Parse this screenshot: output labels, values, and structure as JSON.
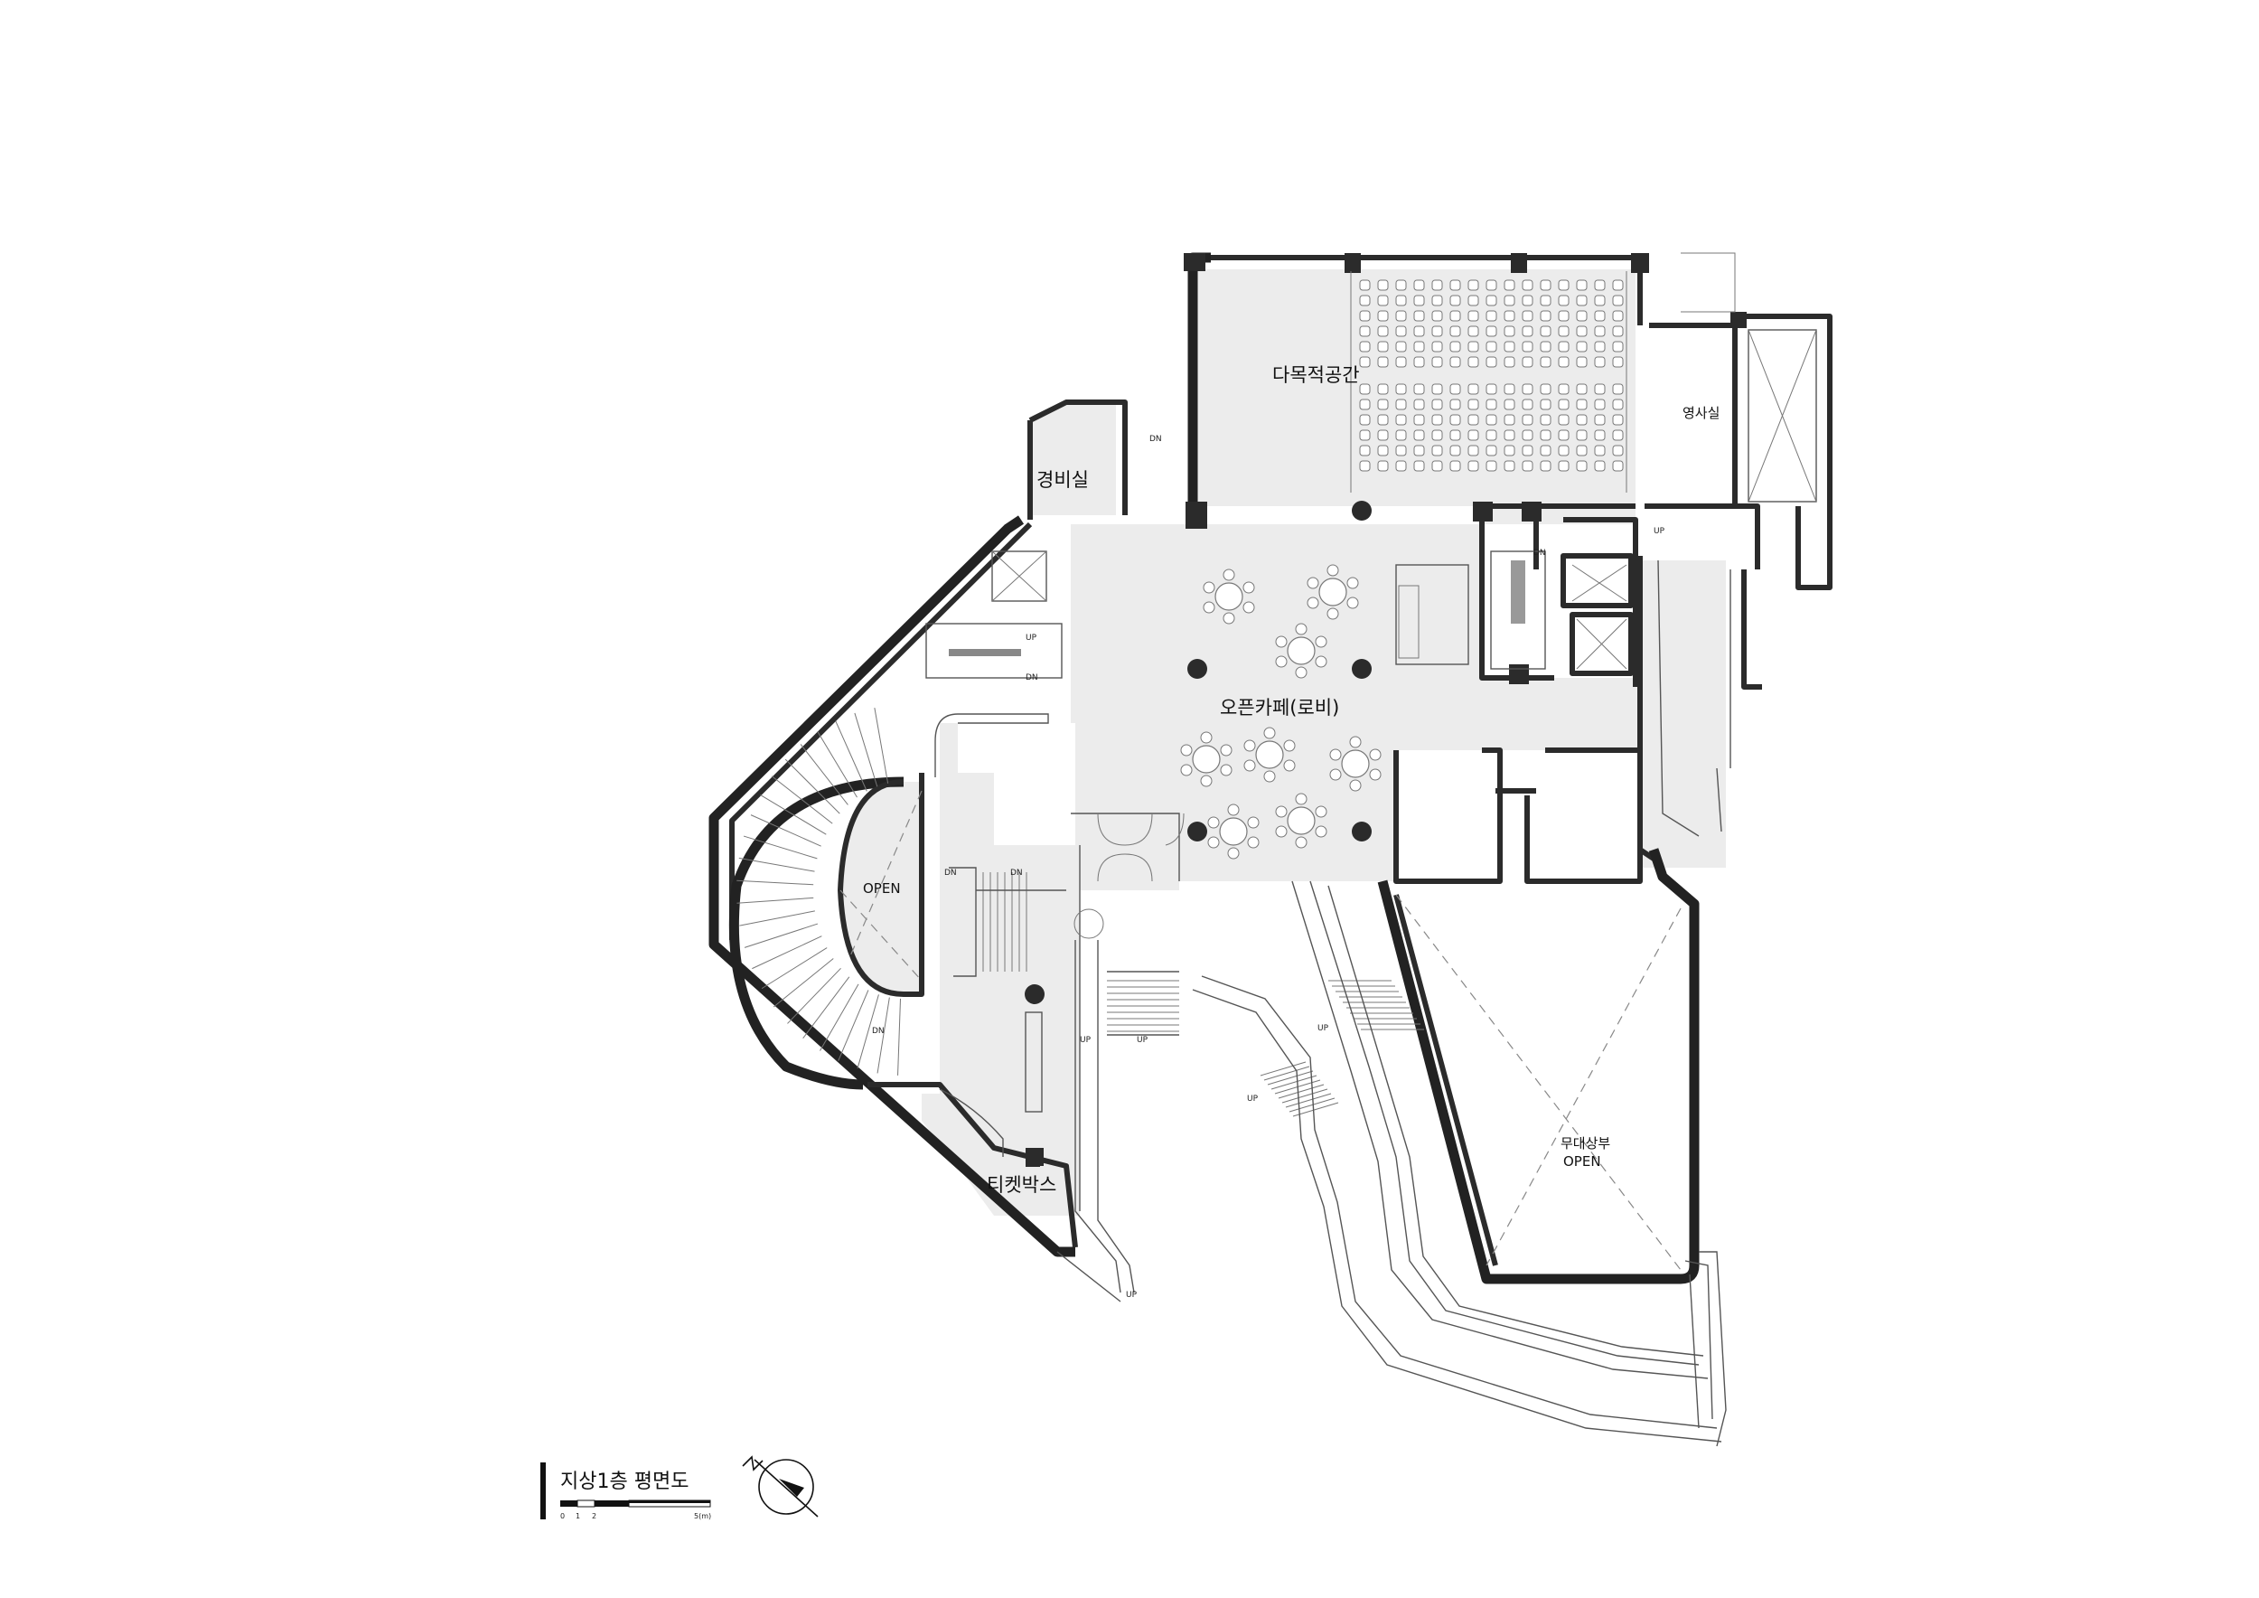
{
  "drawing": {
    "title": "지상1층 평면도",
    "scale_labels": [
      "0",
      "1",
      "2",
      "5(m)"
    ]
  },
  "rooms": {
    "multipurpose": "다목적공간",
    "projection": "영사실",
    "guard": "경비실",
    "cafe": "오픈카페(로비)",
    "open": "OPEN",
    "stage_top": "무대상부",
    "stage_open": "OPEN",
    "ticket": "티켓박스"
  },
  "markers": {
    "dn": "DN",
    "up": "UP"
  }
}
